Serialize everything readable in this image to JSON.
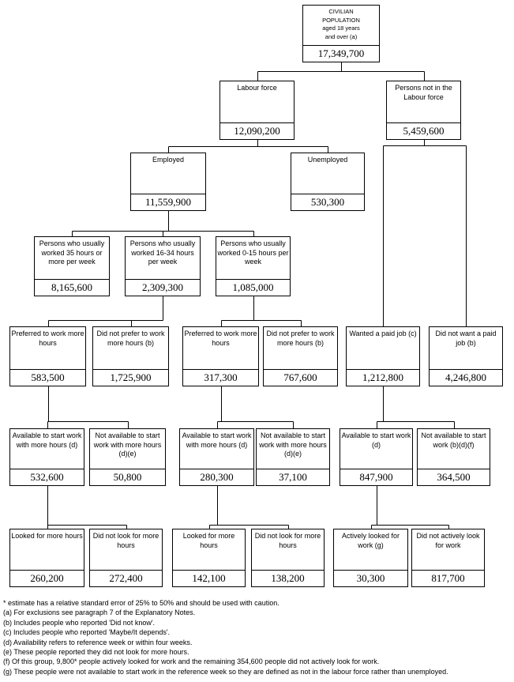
{
  "diagram": {
    "nodes": [
      {
        "id": "civilian",
        "label": "CIVILIAN\nPOPULATION\naged 18 years\nand over (a)",
        "value": "17,349,700",
        "parent": null
      },
      {
        "id": "labour_force",
        "label": "Labour force",
        "value": "12,090,200",
        "parent": "civilian"
      },
      {
        "id": "not_in_labour_force",
        "label": "Persons not in the Labour force",
        "value": "5,459,600",
        "parent": "civilian"
      },
      {
        "id": "employed",
        "label": "Employed",
        "value": "11,559,900",
        "parent": "labour_force"
      },
      {
        "id": "unemployed",
        "label": "Unemployed",
        "value": "530,300",
        "parent": "labour_force"
      },
      {
        "id": "worked_35",
        "label": "Persons who usually worked 35 hours or more per week",
        "value": "8,165,600",
        "parent": "employed"
      },
      {
        "id": "worked_16_34",
        "label": "Persons who usually worked 16-34 hours per week",
        "value": "2,309,300",
        "parent": "employed"
      },
      {
        "id": "worked_0_15",
        "label": "Persons who usually worked 0-15 hours per week",
        "value": "1,085,000",
        "parent": "employed"
      },
      {
        "id": "pref_more_1",
        "label": "Preferred to work more hours",
        "value": "583,500",
        "parent": "worked_16_34"
      },
      {
        "id": "no_pref_more_1",
        "label": "Did not prefer to work more hours (b)",
        "value": "1,725,900",
        "parent": "worked_16_34"
      },
      {
        "id": "pref_more_2",
        "label": "Preferred to work more hours",
        "value": "317,300",
        "parent": "worked_0_15"
      },
      {
        "id": "no_pref_more_2",
        "label": "Did not prefer to work more hours (b)",
        "value": "767,600",
        "parent": "worked_0_15"
      },
      {
        "id": "wanted_job",
        "label": "Wanted a paid job (c)",
        "value": "1,212,800",
        "parent": "not_in_labour_force"
      },
      {
        "id": "no_want_job",
        "label": "Did not want a paid job (b)",
        "value": "4,246,800",
        "parent": "not_in_labour_force"
      },
      {
        "id": "avail_1",
        "label": "Available to start work with more hours (d)",
        "value": "532,600",
        "parent": "pref_more_1"
      },
      {
        "id": "not_avail_1",
        "label": "Not available to start work with more hours (d)(e)",
        "value": "50,800",
        "parent": "pref_more_1"
      },
      {
        "id": "avail_2",
        "label": "Available to start work with more hours (d)",
        "value": "280,300",
        "parent": "pref_more_2"
      },
      {
        "id": "not_avail_2",
        "label": "Not available to start work with more hours (d)(e)",
        "value": "37,100",
        "parent": "pref_more_2"
      },
      {
        "id": "avail_3",
        "label": "Available to start work (d)",
        "value": "847,900",
        "parent": "wanted_job"
      },
      {
        "id": "not_avail_3",
        "label": "Not available to start work (b)(d)(f)",
        "value": "364,500",
        "parent": "wanted_job"
      },
      {
        "id": "looked_1",
        "label": "Looked for more hours",
        "value": "260,200",
        "parent": "avail_1"
      },
      {
        "id": "not_looked_1",
        "label": "Did not look for more hours",
        "value": "272,400",
        "parent": "avail_1"
      },
      {
        "id": "looked_2",
        "label": "Looked for more hours",
        "value": "142,100",
        "parent": "avail_2"
      },
      {
        "id": "not_looked_2",
        "label": "Did not look for more hours",
        "value": "138,200",
        "parent": "avail_2"
      },
      {
        "id": "actively_looked",
        "label": "Actively looked for work (g)",
        "value": "30,300",
        "parent": "avail_3"
      },
      {
        "id": "not_actively_looked",
        "label": "Did not actively look for work",
        "value": "817,700",
        "parent": "avail_3"
      }
    ],
    "footnotes": [
      "* estimate has a relative standard error of 25% to 50% and should be used with caution.",
      "(a) For exclusions see paragraph 7 of the Explanatory Notes.",
      "(b) Includes people who reported 'Did not know'.",
      "(c) Includes people who reported 'Maybe/It depends'.",
      "(d) Availability refers to reference week or within four weeks.",
      "(e) These people reported they did not look for more hours.",
      "(f) Of this group, 9,800* people actively looked for work and the remaining 354,600 people did not actively look for work.",
      "(g) These people were not available to start work in the reference week so they are defined as not in the labour force rather than unemployed."
    ]
  },
  "colors": {
    "line": "#000000",
    "background": "#ffffff",
    "text": "#000000"
  }
}
